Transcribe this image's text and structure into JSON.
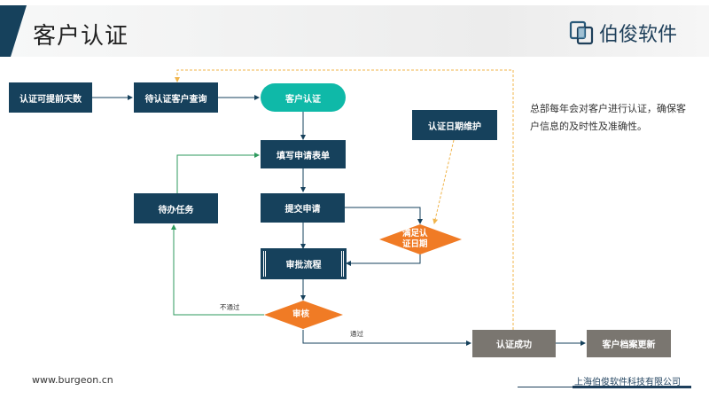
{
  "header": {
    "title": "客户认证",
    "brand_name": "伯俊软件"
  },
  "description": "总部每年会对客户进行认证，确保客户信息的及时性及准确性。",
  "footer": {
    "website": "www.burgeon.cn",
    "company": "上海伯俊软件科技有限公司"
  },
  "flow": {
    "advance_days": "认证可提前天数",
    "query_pending": "待认证客户查询",
    "customer_cert": "客户认证",
    "date_maintain": "认证日期维护",
    "fill_form": "填写申请表单",
    "submit": "提交申请",
    "pending_task": "待办任务",
    "meet_date_line1": "满足认",
    "meet_date_line2": "证日期",
    "approval_flow": "审批流程",
    "review": "审核",
    "fail_label": "不通过",
    "pass_label": "通过",
    "cert_success": "认证成功",
    "profile_update": "客户档案更新"
  },
  "colors": {
    "navy": "#16415c",
    "teal": "#0fb9a8",
    "orange": "#f07b25",
    "gray": "#7a7670",
    "dashed_orange": "#f0b44a",
    "green_line": "#2e9a5e"
  }
}
